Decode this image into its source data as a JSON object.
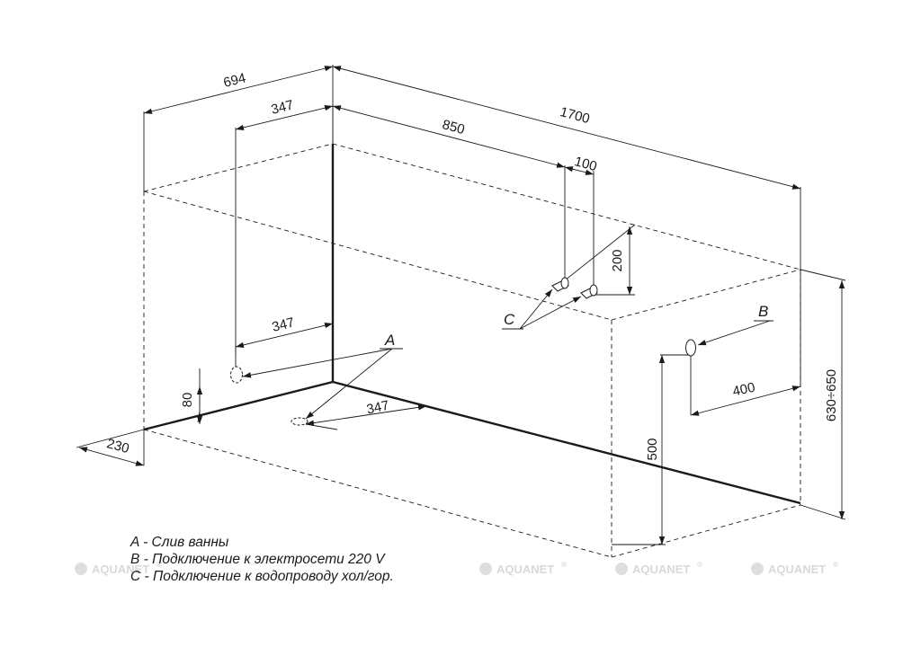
{
  "dimensions": {
    "width_total": "694",
    "offset_top": "347",
    "length_total": "1700",
    "length_to_inlets": "850",
    "inlet_spacing": "100",
    "inlet_height": "200",
    "drain_offset_side": "347",
    "drain_offset_front": "347",
    "drain_height": "80",
    "drain_from_edge": "230",
    "electric_offset": "400",
    "electric_height": "500",
    "height_range": "630÷650"
  },
  "callouts": {
    "a": "A",
    "b": "B",
    "c": "C"
  },
  "legend": [
    "A - Слив ванны",
    "B - Подключение к электросети 220 V",
    "C - Подключение к водопроводу хол/гор."
  ],
  "watermark": {
    "text": "AQUANET",
    "mark": "®",
    "logo": "aquanet-logo-icon"
  }
}
